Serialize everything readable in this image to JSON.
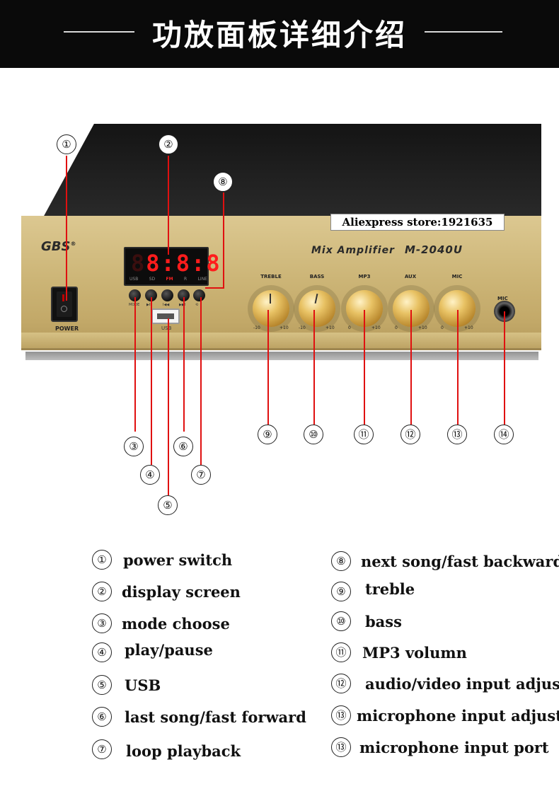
{
  "banner": {
    "title": "功放面板详细介绍"
  },
  "store_tag": "Aliexpress store:1921635",
  "device": {
    "brand": "GBS",
    "model_desc": "Mix Amplifier",
    "model_no": "M-2040U",
    "power_label": "POWER",
    "display": {
      "digits": "8:8:8",
      "modes": [
        "USB",
        "SD",
        "FM",
        "R",
        "LINE"
      ]
    },
    "buttons": [
      "MODE",
      "▶II",
      "I◀◀",
      "▶▶I",
      "⟲"
    ],
    "usb_label": "USB",
    "knobs": [
      {
        "label": "TREBLE",
        "min": "-10",
        "max": "+10"
      },
      {
        "label": "BASS",
        "min": "-10",
        "max": "+10"
      },
      {
        "label": "MP3",
        "min": "0",
        "max": "+10"
      },
      {
        "label": "AUX",
        "min": "0",
        "max": "+10"
      },
      {
        "label": "MIC",
        "min": "0",
        "max": "+10"
      }
    ],
    "mic_label": "MIC"
  },
  "callouts": [
    "①",
    "②",
    "③",
    "④",
    "⑤",
    "⑥",
    "⑦",
    "⑧",
    "⑨",
    "⑩",
    "⑪",
    "⑫",
    "⑬",
    "⑭"
  ],
  "legend_left": [
    {
      "n": "①",
      "text": "power switch"
    },
    {
      "n": "②",
      "text": "display screen"
    },
    {
      "n": "③",
      "text": "mode choose"
    },
    {
      "n": "④",
      "text": "play/pause"
    },
    {
      "n": "⑤",
      "text": "USB"
    },
    {
      "n": "⑥",
      "text": "last song/fast forward"
    },
    {
      "n": "⑦",
      "text": "loop playback"
    }
  ],
  "legend_right": [
    {
      "n": "⑧",
      "text": "next song/fast backward"
    },
    {
      "n": "⑨",
      "text": "treble"
    },
    {
      "n": "⑩",
      "text": "bass"
    },
    {
      "n": "⑪",
      "text": "MP3 volumn"
    },
    {
      "n": "⑫",
      "text": "audio/video input adjust"
    },
    {
      "n": "⑬",
      "text": "microphone input adjust"
    },
    {
      "n": "⑬",
      "text": "microphone input port"
    }
  ]
}
